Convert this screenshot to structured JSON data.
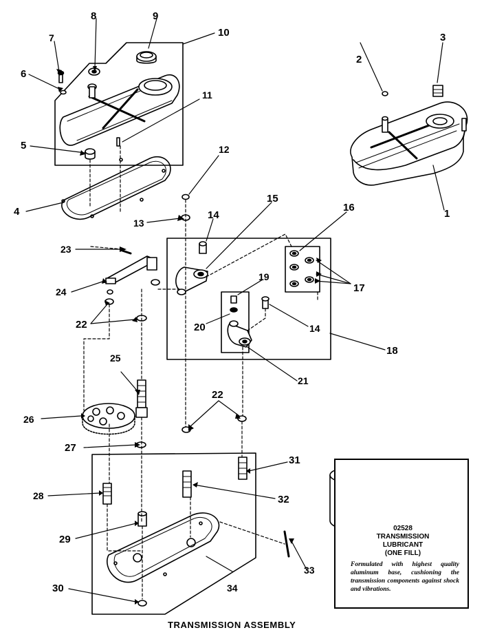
{
  "caption": "TRANSMISSION ASSEMBLY",
  "callouts": {
    "c1": "1",
    "c2": "2",
    "c3": "3",
    "c4": "4",
    "c5": "5",
    "c6": "6",
    "c7": "7",
    "c8": "8",
    "c9": "9",
    "c10": "10",
    "c11": "11",
    "c12": "12",
    "c13": "13",
    "c14a": "14",
    "c14b": "14",
    "c15": "15",
    "c16": "16",
    "c17": "17",
    "c18": "18",
    "c19": "19",
    "c20": "20",
    "c21": "21",
    "c22a": "22",
    "c22b": "22",
    "c23": "23",
    "c24": "24",
    "c25": "25",
    "c26": "26",
    "c27": "27",
    "c28": "28",
    "c29": "29",
    "c30": "30",
    "c31": "31",
    "c32": "32",
    "c33": "33",
    "c34": "34"
  },
  "lubricant": {
    "code": "02528",
    "title_line1": "TRANSMISSION",
    "title_line2": "LUBRICANT",
    "title_line3": "(ONE FILL)",
    "description": "Formulated with highest quality aluminum base, cushioning the transmission components against shock and vibrations."
  }
}
